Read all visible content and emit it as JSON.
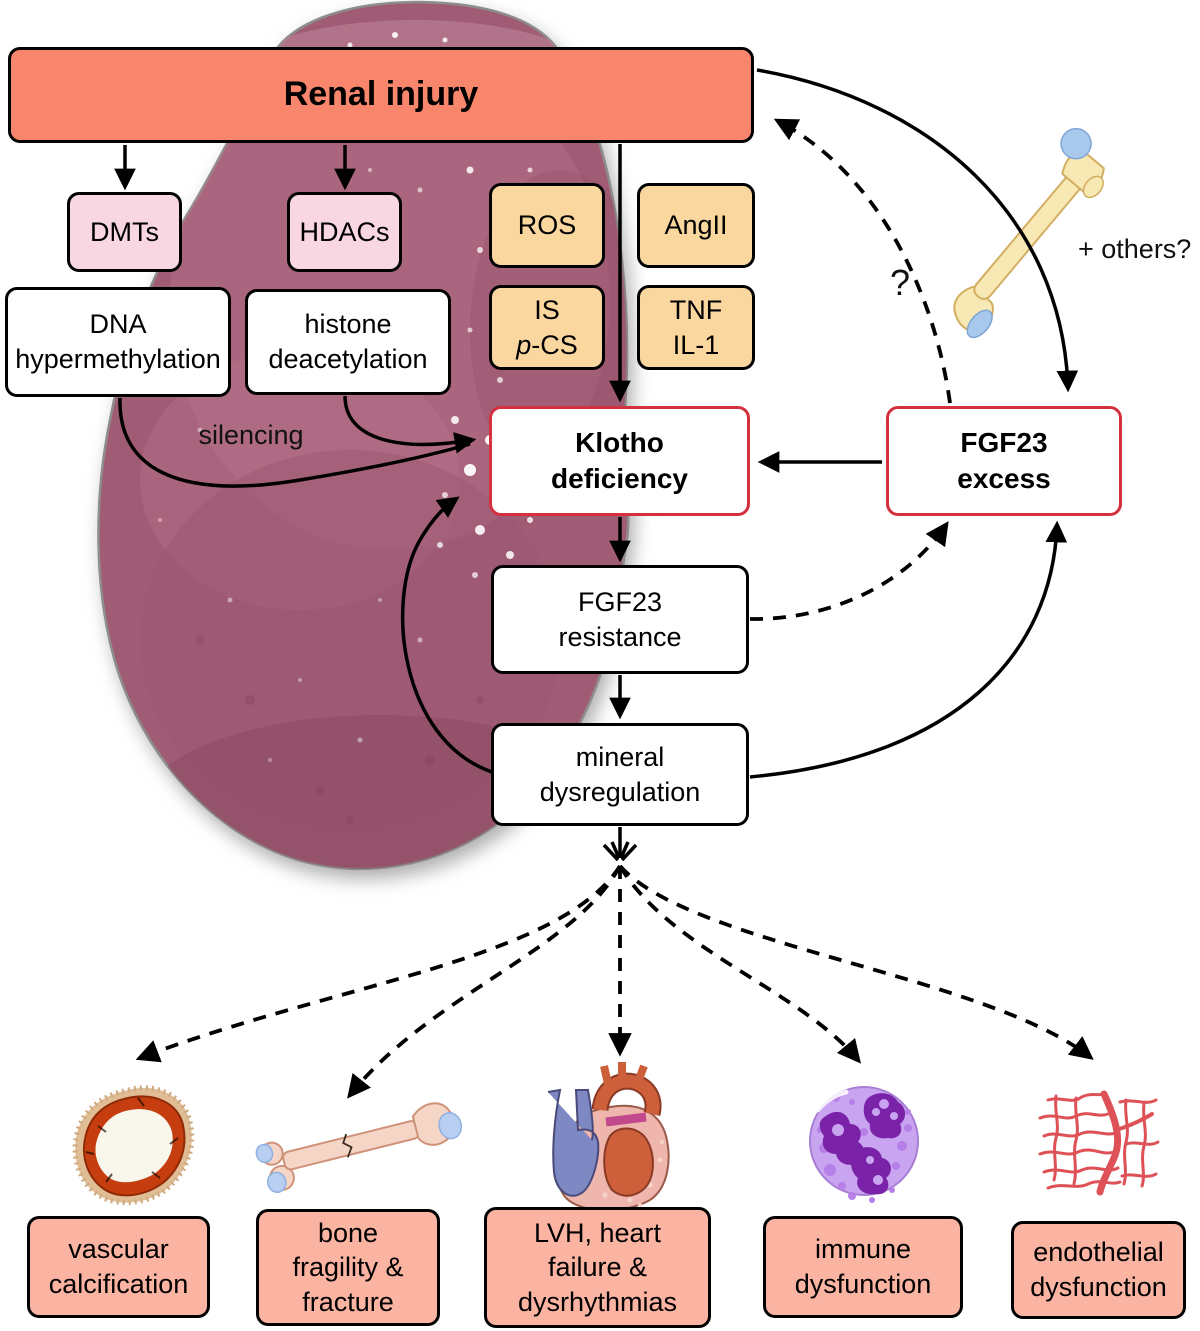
{
  "figure": {
    "title": "Renal injury",
    "nodes": {
      "dmts": "DMTs",
      "hdacs": "HDACs",
      "ros": "ROS",
      "angii": "AngII",
      "is_pcs": {
        "line1": "IS",
        "line2_italic": "p",
        "line2_rest": "-CS"
      },
      "tnf_il1": "TNF\nIL-1",
      "dna_hypermethylation": "DNA\nhypermethylation",
      "histone_deacetylation": "histone\ndeacetylation",
      "klotho_deficiency": "Klotho\ndeficiency",
      "fgf23_excess": "FGF23\nexcess",
      "fgf23_resistance": "FGF23\nresistance",
      "mineral_dysregulation": "mineral\ndysregulation"
    },
    "annotations": {
      "silencing": "silencing",
      "question_mark": "?",
      "plus_others": "+ others?"
    },
    "outcomes": [
      {
        "label": "vascular\ncalcification"
      },
      {
        "label": "bone\nfragility &\nfracture"
      },
      {
        "label": "LVH, heart\nfailure &\ndysrhythmias"
      },
      {
        "label": "immune\ndysfunction"
      },
      {
        "label": "endothelial\ndysfunction"
      }
    ],
    "icons": {
      "background": "kidney-illustration",
      "top_right": "femur-bone-icon",
      "outcome_icons": [
        "calcified-artery-icon",
        "fractured-bone-icon",
        "heart-icon",
        "neutrophil-cell-icon",
        "capillary-network-icon"
      ]
    },
    "colors": {
      "renal_box_fill": "#f8866c",
      "epigenetic_box_fill": "#f9d7e2",
      "mediator_box_fill": "#fbd7a0",
      "outcome_box_fill": "#fbb3a2",
      "highlight_border_red": "#d5303e",
      "arrow_black": "#000000",
      "kidney_purple": "#a05c75"
    }
  }
}
